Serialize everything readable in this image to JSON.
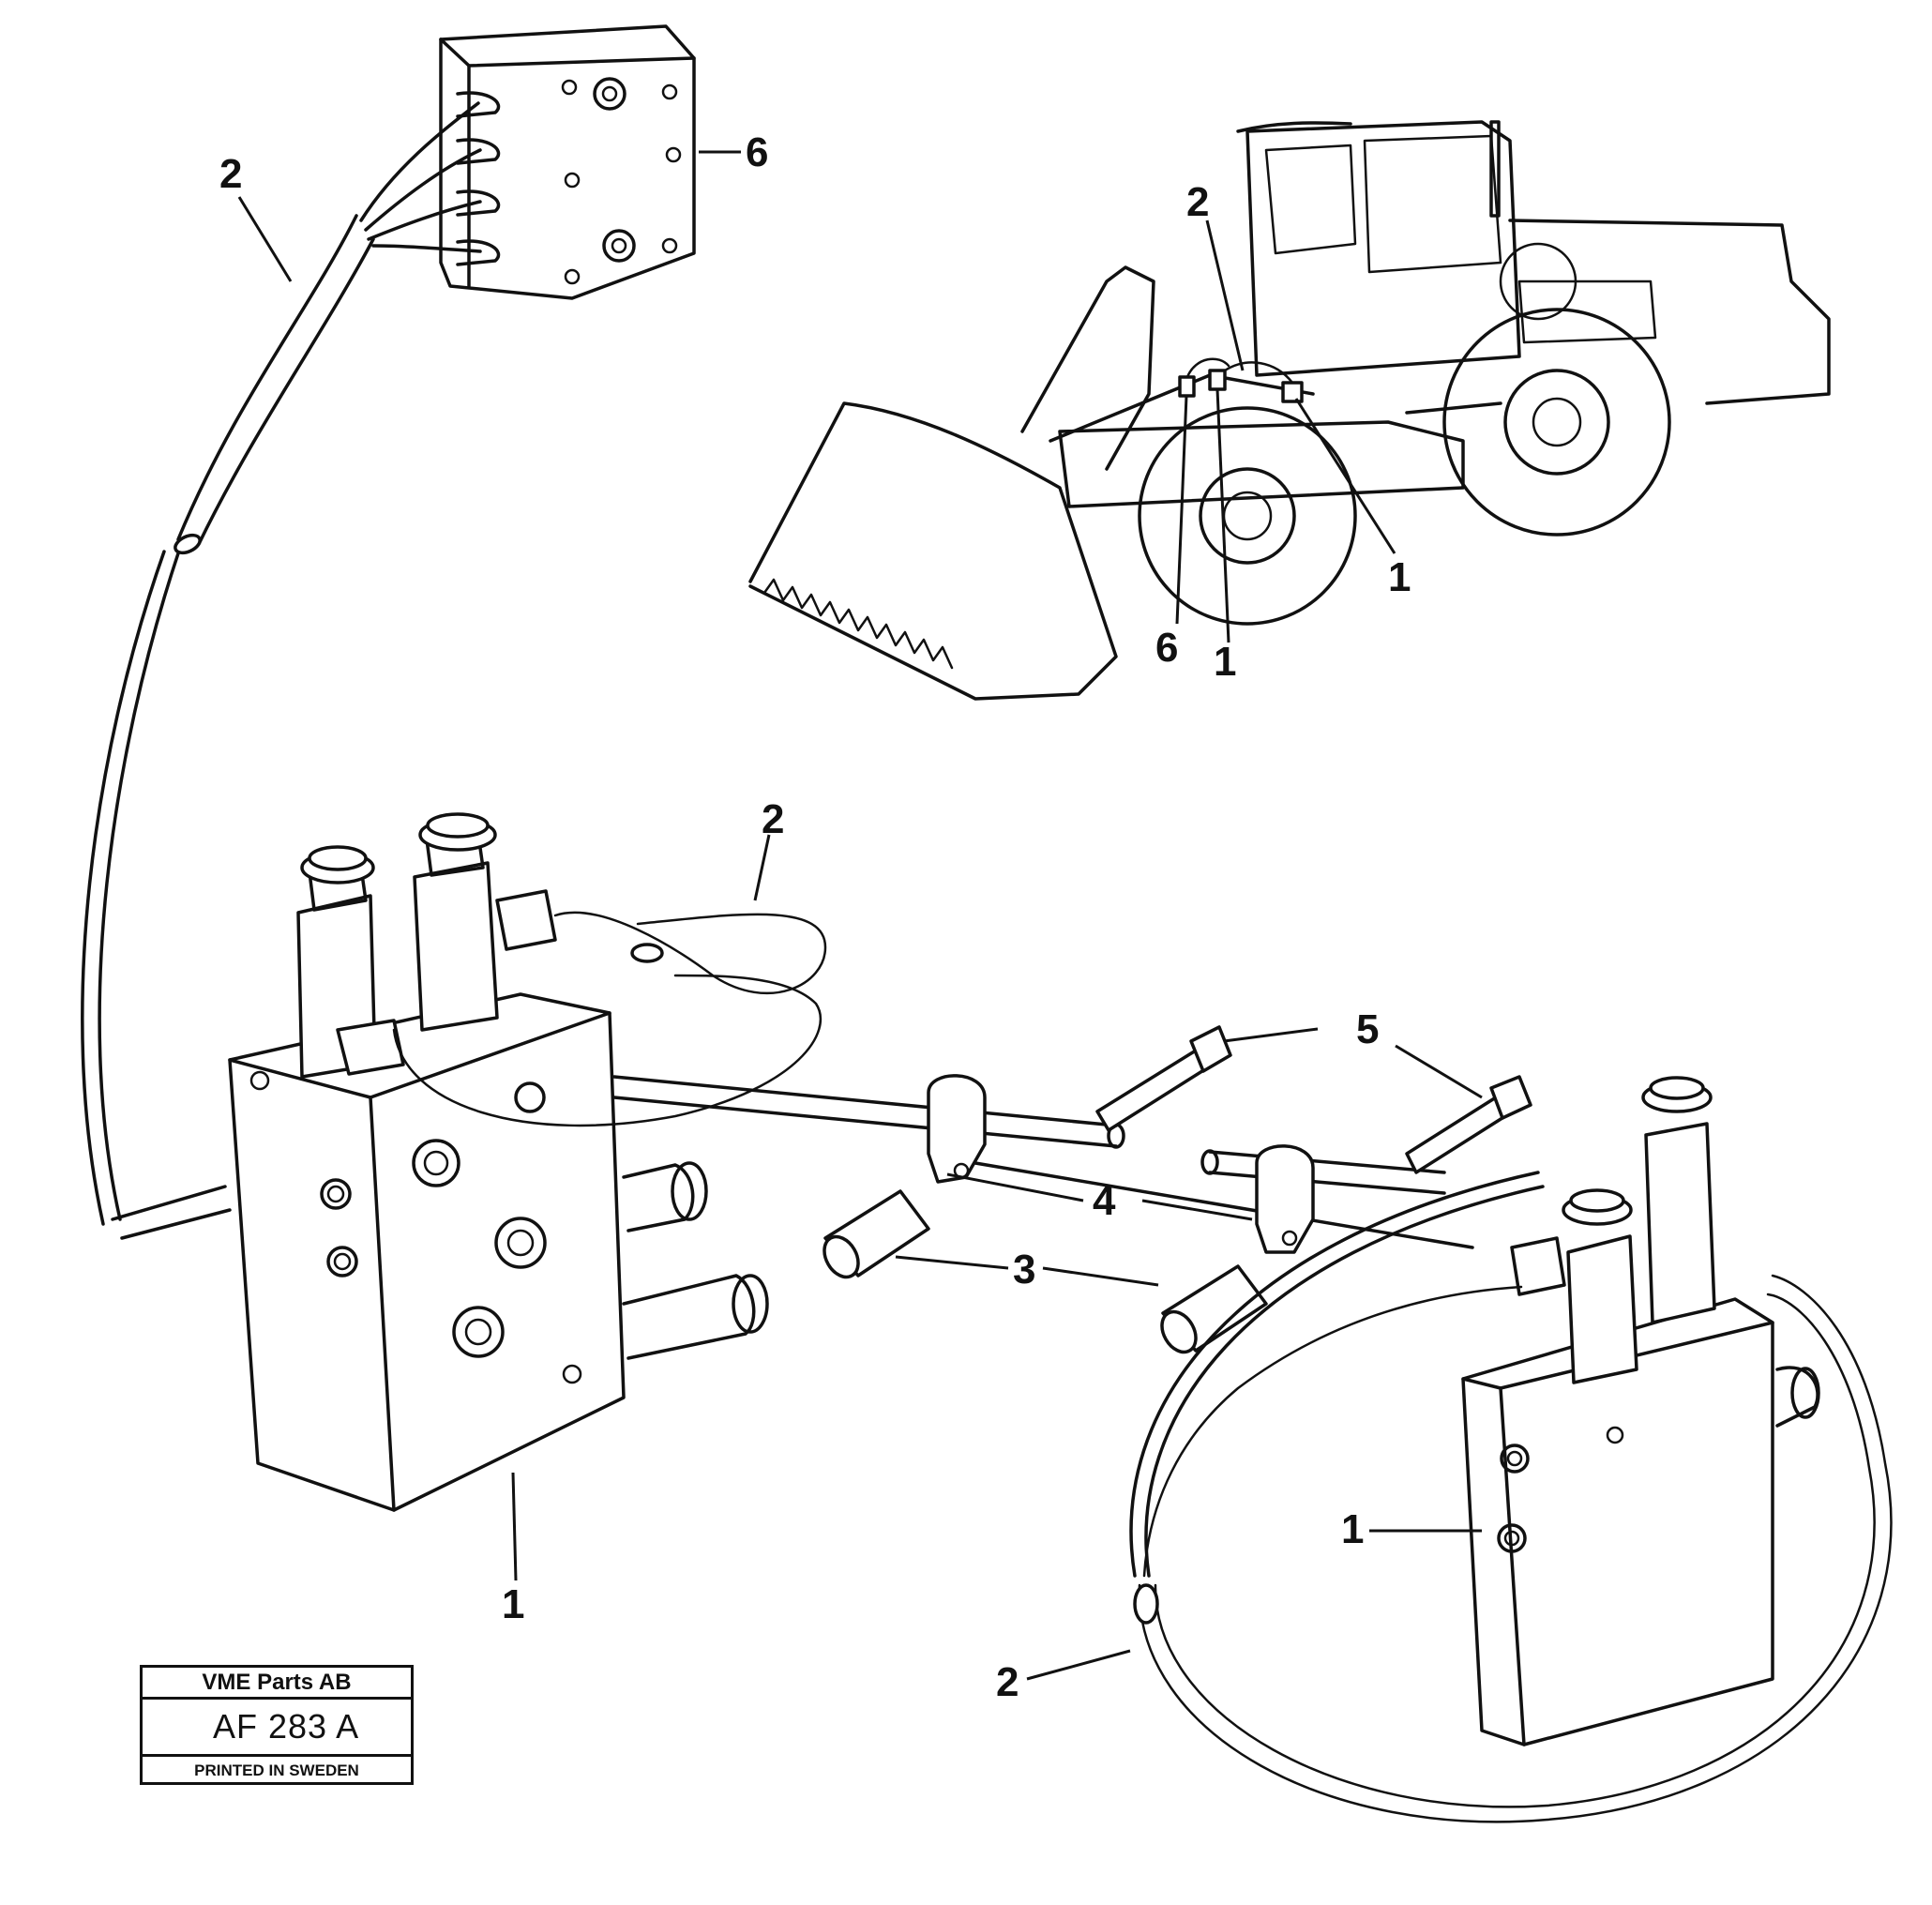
{
  "diagram": {
    "callouts": [
      {
        "id": "c-6-top",
        "text": "6"
      },
      {
        "id": "c-2-topleft",
        "text": "2"
      },
      {
        "id": "c-2-loader",
        "text": "2"
      },
      {
        "id": "c-1-loader-right",
        "text": "1"
      },
      {
        "id": "c-6-loader",
        "text": "6"
      },
      {
        "id": "c-1-loader-mid",
        "text": "1"
      },
      {
        "id": "c-2-middle",
        "text": "2"
      },
      {
        "id": "c-5",
        "text": "5"
      },
      {
        "id": "c-4",
        "text": "4"
      },
      {
        "id": "c-3",
        "text": "3"
      },
      {
        "id": "c-1-left-valve",
        "text": "1"
      },
      {
        "id": "c-1-right-valve",
        "text": "1"
      },
      {
        "id": "c-2-bottom",
        "text": "2"
      }
    ]
  },
  "title_block": {
    "company": "VME Parts AB",
    "code": "AF 283  A",
    "printed": "PRINTED IN SWEDEN"
  }
}
